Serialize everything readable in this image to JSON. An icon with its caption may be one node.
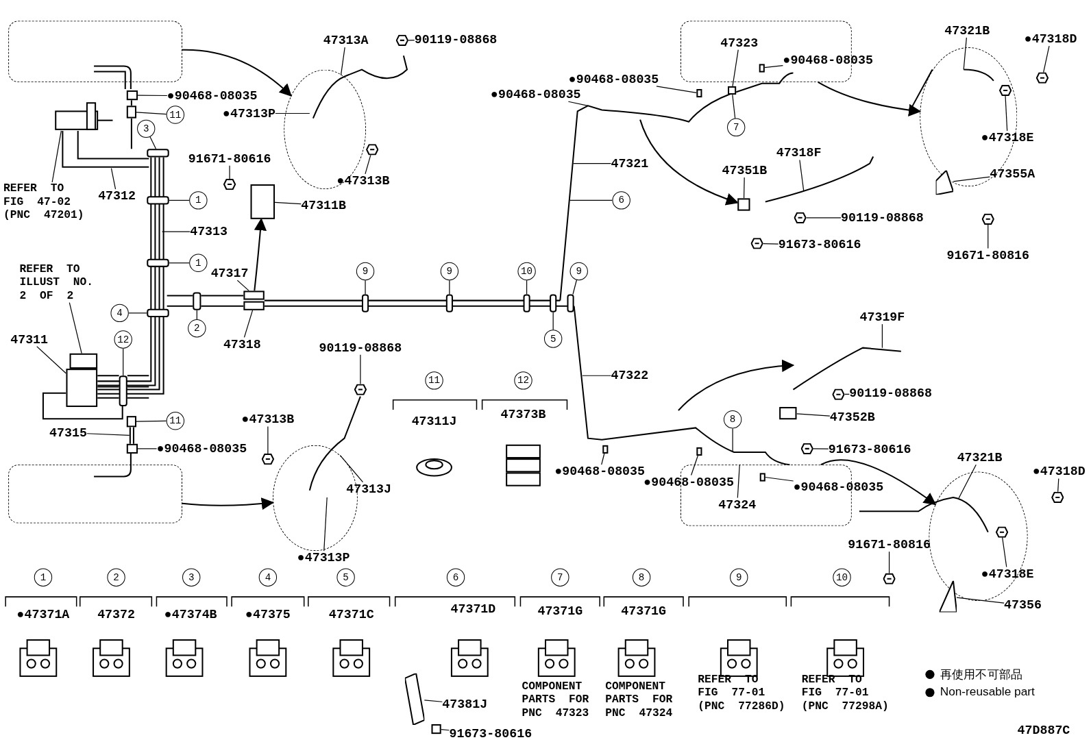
{
  "diagram": {
    "nodes": [
      {
        "text": [],
        "shape": "box"
      },
      {
        "text": [],
        "shape": "box"
      },
      {
        "text": [],
        "shape": "box"
      },
      {
        "text": [],
        "shape": "box"
      },
      {
        "text": [],
        "shape": "circle"
      },
      {
        "text": [],
        "shape": "circle"
      },
      {
        "text": [],
        "shape": "circle"
      },
      {
        "text": [],
        "shape": "circle"
      },
      {
        "text": [
          "47313A"
        ]
      },
      {
        "text": [
          "90119-08868"
        ]
      },
      {
        "text": [
          "●90468-08035"
        ]
      },
      {
        "text": [
          "11"
        ]
      },
      {
        "text": [
          "●47313P"
        ]
      },
      {
        "text": [
          "3"
        ]
      },
      {
        "text": [
          "47312"
        ]
      },
      {
        "text": [
          "REFER TO FIG 47-02 (PNC 47201)"
        ]
      },
      {
        "text": [
          "●47313B"
        ]
      },
      {
        "text": [
          "91671-80616"
        ]
      },
      {
        "text": [
          "47311B"
        ]
      },
      {
        "text": [
          "1"
        ]
      },
      {
        "text": [
          "47313"
        ]
      },
      {
        "text": [
          "1"
        ]
      },
      {
        "text": [
          "REFER TO ILLUST NO. 2 OF 2"
        ]
      },
      {
        "text": [
          "47317"
        ]
      },
      {
        "text": [
          "4"
        ]
      },
      {
        "text": [
          "2"
        ]
      },
      {
        "text": [
          "47318"
        ]
      },
      {
        "text": [
          "47311"
        ]
      },
      {
        "text": [
          "12"
        ]
      },
      {
        "text": [
          "11"
        ]
      },
      {
        "text": [
          "47315"
        ]
      },
      {
        "text": [
          "●90468-08035"
        ]
      },
      {
        "text": [
          "90119-08868"
        ]
      },
      {
        "text": [
          "●47313B"
        ]
      },
      {
        "text": [
          "47313J"
        ]
      },
      {
        "text": [
          "●47313P"
        ]
      },
      {
        "text": [
          "9"
        ]
      },
      {
        "text": [
          "9"
        ]
      },
      {
        "text": [
          "10"
        ]
      },
      {
        "text": [
          "9"
        ]
      },
      {
        "text": [
          "5"
        ]
      },
      {
        "text": [
          "47322"
        ]
      },
      {
        "text": [
          "●90468-08035"
        ]
      },
      {
        "text": [
          "●90468-08035"
        ]
      },
      {
        "text": [
          "8"
        ]
      },
      {
        "text": [
          "47324"
        ],
        "in": 3
      },
      {
        "text": [
          "●90468-08035"
        ]
      },
      {
        "text": [
          "47319F"
        ]
      },
      {
        "text": [
          "90119-08868"
        ]
      },
      {
        "text": [
          "47352B"
        ]
      },
      {
        "text": [
          "91673-80616"
        ]
      },
      {
        "text": [
          "47321B"
        ]
      },
      {
        "text": [
          "91671-80816"
        ]
      },
      {
        "text": [
          "●47318E"
        ]
      },
      {
        "text": [
          "47356"
        ]
      },
      {
        "text": [
          "47323"
        ],
        "in": 2
      },
      {
        "text": [
          "●90468-08035"
        ]
      },
      {
        "text": [
          "●90468-08035"
        ]
      },
      {
        "text": [
          "●90468-08035"
        ]
      },
      {
        "text": [
          "7"
        ]
      },
      {
        "text": [
          "47321"
        ]
      },
      {
        "text": [
          "6"
        ]
      },
      {
        "text": [
          "47351B"
        ]
      },
      {
        "text": [
          "47318F"
        ]
      },
      {
        "text": [
          "90119-08868"
        ]
      },
      {
        "text": [
          "91673-80616"
        ]
      },
      {
        "text": [
          "47321B"
        ]
      },
      {
        "text": [
          "●47318E"
        ]
      },
      {
        "text": [
          "47355A"
        ]
      },
      {
        "text": [
          "91671-80816"
        ]
      },
      {
        "text": [
          "11"
        ]
      },
      {
        "text": [
          "12"
        ]
      },
      {
        "text": [
          "1"
        ]
      },
      {
        "text": [
          "2"
        ]
      },
      {
        "text": [
          "3"
        ]
      },
      {
        "text": [
          "4"
        ]
      },
      {
        "text": [
          "5"
        ]
      },
      {
        "text": [
          "6"
        ]
      },
      {
        "text": [
          "7"
        ]
      },
      {
        "text": [
          "8"
        ]
      },
      {
        "text": [
          "9"
        ]
      },
      {
        "text": [
          "10"
        ]
      },
      {
        "text": [
          "47381J"
        ]
      },
      {
        "text": [
          "91673-80616"
        ]
      },
      {
        "text": [
          "●47318D"
        ]
      },
      {
        "text": [
          "●47318D"
        ]
      },
      {
        "text": [],
        "shape": "bolt"
      },
      {
        "text": [],
        "shape": "clip"
      },
      {
        "text": [],
        "shape": "clip"
      },
      {
        "text": [],
        "shape": "clamp"
      },
      {
        "text": [],
        "shape": "bolt"
      },
      {
        "text": [],
        "shape": "bolt"
      },
      {
        "text": [],
        "shape": "bracket"
      },
      {
        "text": [],
        "shape": "clamp"
      },
      {
        "text": [],
        "shape": "clamp"
      },
      {
        "text": [],
        "shape": "block"
      },
      {
        "text": [],
        "shape": "clip"
      },
      {
        "text": [],
        "shape": "clamp"
      },
      {
        "text": [],
        "shape": "clamp"
      },
      {
        "text": [],
        "shape": "clip"
      },
      {
        "text": [],
        "shape": "block"
      },
      {
        "text": [],
        "shape": "clamp"
      },
      {
        "text": [],
        "shape": "clip"
      },
      {
        "text": [],
        "shape": "clip"
      },
      {
        "text": [],
        "shape": "bolt"
      },
      {
        "text": [],
        "shape": "bolt"
      },
      {
        "text": [],
        "shape": "clamp"
      },
      {
        "text": [],
        "shape": "clamp"
      },
      {
        "text": [],
        "shape": "clamp"
      },
      {
        "text": [],
        "shape": "clamp"
      },
      {
        "text": [],
        "shape": "clamp"
      },
      {
        "text": [],
        "shape": "clip"
      },
      {
        "text": [],
        "shape": "clip"
      },
      {
        "text": [],
        "shape": "clip",
        "in": 3
      },
      {
        "text": [],
        "shape": "bolt"
      },
      {
        "text": [],
        "shape": "bracket"
      },
      {
        "text": [],
        "shape": "bolt"
      },
      {
        "text": [],
        "shape": "bolt",
        "in": 7
      },
      {
        "text": [],
        "shape": "bolt"
      },
      {
        "text": [],
        "shape": "bracket"
      },
      {
        "text": [],
        "shape": "clip",
        "in": 2
      },
      {
        "text": [],
        "shape": "clip"
      },
      {
        "text": [],
        "shape": "bracket"
      },
      {
        "text": [],
        "shape": "bolt"
      },
      {
        "text": [],
        "shape": "bolt"
      },
      {
        "text": [],
        "shape": "bolt",
        "in": 6
      },
      {
        "text": [],
        "shape": "bracket"
      },
      {
        "text": [],
        "shape": "bolt"
      },
      {
        "text": [],
        "shape": "bracket"
      },
      {
        "text": [],
        "shape": "clip"
      },
      {
        "text": [],
        "shape": "bolt"
      },
      {
        "text": [],
        "shape": "bolt"
      },
      {
        "text": [],
        "shape": "clip"
      },
      {
        "text": [],
        "shape": "pipe"
      }
    ],
    "edges": [
      {
        "from": 0,
        "to": 4,
        "arrow": "to"
      },
      {
        "from": 1,
        "to": 5,
        "arrow": "to"
      },
      {
        "from": 2,
        "to": 6,
        "arrow": "to"
      },
      {
        "from": 3,
        "to": 7,
        "arrow": "to"
      },
      {
        "from": 8,
        "to": 4,
        "arrow": "none"
      },
      {
        "from": 9,
        "to": 86,
        "arrow": "none"
      },
      {
        "from": 10,
        "to": 87,
        "arrow": "none"
      },
      {
        "from": 11,
        "to": 88,
        "arrow": "none"
      },
      {
        "from": 12,
        "to": 4,
        "arrow": "none"
      },
      {
        "from": 13,
        "to": 89,
        "arrow": "none"
      },
      {
        "from": 14,
        "to": null,
        "arrow": "none"
      },
      {
        "from": 15,
        "to": null,
        "arrow": "none"
      },
      {
        "from": 16,
        "to": 90,
        "arrow": "none"
      },
      {
        "from": 17,
        "to": 91,
        "arrow": "none"
      },
      {
        "from": 18,
        "to": 92,
        "arrow": "none"
      },
      {
        "from": 19,
        "to": 93,
        "arrow": "none"
      },
      {
        "from": 20,
        "to": null,
        "arrow": "none"
      },
      {
        "from": 21,
        "to": 94,
        "arrow": "none"
      },
      {
        "from": 22,
        "to": 95,
        "arrow": "none"
      },
      {
        "from": 23,
        "to": 96,
        "arrow": "none"
      },
      {
        "from": 24,
        "to": 97,
        "arrow": "none"
      },
      {
        "from": 25,
        "to": 98,
        "arrow": "none"
      },
      {
        "from": 26,
        "to": 99,
        "arrow": "none"
      },
      {
        "from": 27,
        "to": 100,
        "arrow": "none"
      },
      {
        "from": 28,
        "to": 101,
        "arrow": "none"
      },
      {
        "from": 29,
        "to": 102,
        "arrow": "none"
      },
      {
        "from": 30,
        "to": 133,
        "arrow": "none"
      },
      {
        "from": 31,
        "to": 103,
        "arrow": "none"
      },
      {
        "from": 32,
        "to": 104,
        "arrow": "none"
      },
      {
        "from": 33,
        "to": 105,
        "arrow": "none"
      },
      {
        "from": 34,
        "to": 5,
        "arrow": "none"
      },
      {
        "from": 35,
        "to": 5,
        "arrow": "none"
      },
      {
        "from": 36,
        "to": 106,
        "arrow": "none"
      },
      {
        "from": 37,
        "to": 107,
        "arrow": "none"
      },
      {
        "from": 38,
        "to": 108,
        "arrow": "none"
      },
      {
        "from": 39,
        "to": 109,
        "arrow": "none"
      },
      {
        "from": 40,
        "to": 110,
        "arrow": "none"
      },
      {
        "from": 41,
        "to": null,
        "arrow": "none"
      },
      {
        "from": 42,
        "to": 111,
        "arrow": "none"
      },
      {
        "from": 43,
        "to": 112,
        "arrow": "none"
      },
      {
        "from": 44,
        "to": null,
        "arrow": "none"
      },
      {
        "from": 45,
        "to": 3,
        "arrow": "none"
      },
      {
        "from": 46,
        "to": 113,
        "arrow": "none"
      },
      {
        "from": 47,
        "to": null,
        "arrow": "none"
      },
      {
        "from": 48,
        "to": 114,
        "arrow": "none"
      },
      {
        "from": 49,
        "to": 115,
        "arrow": "none"
      },
      {
        "from": 50,
        "to": 116,
        "arrow": "none"
      },
      {
        "from": 51,
        "to": 7,
        "arrow": "none"
      },
      {
        "from": 52,
        "to": 118,
        "arrow": "none"
      },
      {
        "from": 53,
        "to": 117,
        "arrow": "none"
      },
      {
        "from": 54,
        "to": 119,
        "arrow": "none"
      },
      {
        "from": 55,
        "to": 132,
        "arrow": "none"
      },
      {
        "from": 56,
        "to": 120,
        "arrow": "none"
      },
      {
        "from": 57,
        "to": 121,
        "arrow": "none"
      },
      {
        "from": 58,
        "to": null,
        "arrow": "none"
      },
      {
        "from": 59,
        "to": 132,
        "arrow": "none"
      },
      {
        "from": 60,
        "to": null,
        "arrow": "none"
      },
      {
        "from": 61,
        "to": null,
        "arrow": "none"
      },
      {
        "from": 62,
        "to": 122,
        "arrow": "none"
      },
      {
        "from": 63,
        "to": null,
        "arrow": "none"
      },
      {
        "from": 64,
        "to": 123,
        "arrow": "none"
      },
      {
        "from": 65,
        "to": 124,
        "arrow": "none"
      },
      {
        "from": 66,
        "to": 6,
        "arrow": "none"
      },
      {
        "from": 67,
        "to": 125,
        "arrow": "none"
      },
      {
        "from": 68,
        "to": 126,
        "arrow": "none"
      },
      {
        "from": 69,
        "to": 127,
        "arrow": "none"
      },
      {
        "from": 82,
        "to": 128,
        "arrow": "none"
      },
      {
        "from": 83,
        "to": 129,
        "arrow": "none"
      },
      {
        "from": 84,
        "to": 130,
        "arrow": "none"
      },
      {
        "from": 85,
        "to": 131,
        "arrow": "none"
      },
      {
        "from": 96,
        "to": 92,
        "arrow": "to"
      },
      {
        "from": null,
        "to": 122,
        "arrow": "to"
      }
    ],
    "labels": [
      "47311J",
      "47373B",
      "●47371A",
      "47372",
      "●47374B",
      "●47375",
      "47371C",
      "47371D",
      "47371G",
      "47371G",
      "COMPONENT PARTS FOR PNC 47323",
      "COMPONENT PARTS FOR PNC 47324",
      "REFER TO FIG 77-01 (PNC 77286D)",
      "REFER TO FIG 77-01 (PNC 77298A)",
      "47D887C"
    ],
    "legend": [
      {
        "text": "再使用不可部品"
      },
      {
        "text": "Non-reusable part"
      }
    ]
  }
}
